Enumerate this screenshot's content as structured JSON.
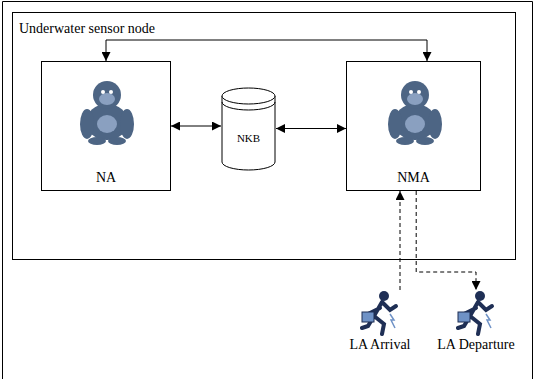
{
  "diagram": {
    "nodes": [
      {
        "text": [
          "Underwater sensor node"
        ]
      },
      {
        "text": [
          "NA"
        ],
        "in": 0
      },
      {
        "text": [
          "NKB"
        ],
        "in": 0
      },
      {
        "text": [
          "NMA"
        ],
        "in": 0
      },
      {
        "text": [
          "LA Arrival"
        ]
      },
      {
        "text": [
          "LA Departure"
        ]
      }
    ],
    "edges": [
      {
        "from": 1,
        "to": 3,
        "arrow": "both"
      },
      {
        "from": 1,
        "to": 2,
        "arrow": "both"
      },
      {
        "from": 2,
        "to": 3,
        "arrow": "both"
      },
      {
        "from": 4,
        "to": 3,
        "arrow": "to"
      },
      {
        "from": 3,
        "to": 5,
        "arrow": "to"
      }
    ]
  }
}
